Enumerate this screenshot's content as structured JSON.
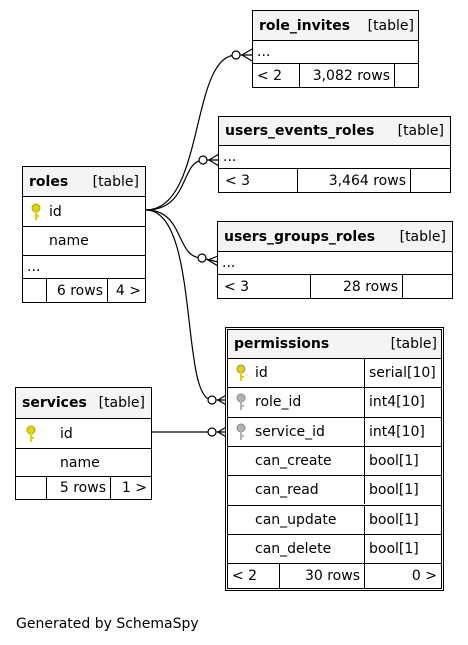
{
  "footer": "Generated by SchemaSpy",
  "tag": "[table]",
  "role_invites": {
    "name": "role_invites",
    "ellipsis": "...",
    "parents": "< 2",
    "rows": "3,082 rows",
    "children": ""
  },
  "users_events_roles": {
    "name": "users_events_roles",
    "ellipsis": "...",
    "parents": "< 3",
    "rows": "3,464 rows",
    "children": ""
  },
  "users_groups_roles": {
    "name": "users_groups_roles",
    "ellipsis": "...",
    "parents": "< 3",
    "rows": "28 rows",
    "children": ""
  },
  "roles": {
    "name": "roles",
    "columns": [
      "id",
      "name"
    ],
    "ellipsis": "...",
    "parents": "",
    "rows": "6 rows",
    "children": "4 >"
  },
  "services": {
    "name": "services",
    "columns": [
      "id",
      "name"
    ],
    "parents": "",
    "rows": "5 rows",
    "children": "1 >"
  },
  "permissions": {
    "name": "permissions",
    "columns": [
      {
        "name": "id",
        "type": "serial[10]",
        "key": "primary"
      },
      {
        "name": "role_id",
        "type": "int4[10]",
        "key": "foreign"
      },
      {
        "name": "service_id",
        "type": "int4[10]",
        "key": "foreign"
      },
      {
        "name": "can_create",
        "type": "bool[1]",
        "key": ""
      },
      {
        "name": "can_read",
        "type": "bool[1]",
        "key": ""
      },
      {
        "name": "can_update",
        "type": "bool[1]",
        "key": ""
      },
      {
        "name": "can_delete",
        "type": "bool[1]",
        "key": ""
      }
    ],
    "parents": "< 2",
    "rows": "30 rows",
    "children": "0 >"
  },
  "colors": {
    "primary_key": "#e0d400",
    "foreign_key": "#b3b3b3",
    "header_bg": "#f4f4f4",
    "line": "#000000"
  },
  "icons": {
    "primary_key": "key-icon",
    "foreign_key": "foreign-key-icon"
  }
}
